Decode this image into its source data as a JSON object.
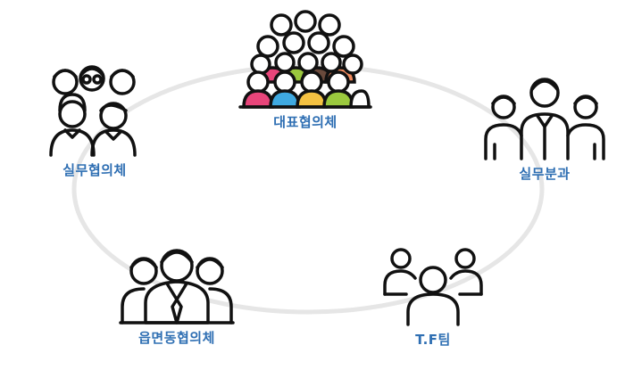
{
  "nodes": {
    "top": {
      "label": "대표협의체",
      "icon": "crowd-audience-icon"
    },
    "left": {
      "label": "실무협의체",
      "icon": "group-of-people-icon"
    },
    "right": {
      "label": "실무분과",
      "icon": "three-people-icon"
    },
    "bottom_right": {
      "label": "T.F팀",
      "icon": "team-network-icon"
    },
    "bottom_left": {
      "label": "읍면동협의체",
      "icon": "business-people-icon"
    }
  },
  "colors": {
    "label": "#2f6fb3",
    "ring": "#e6e6e6",
    "seat_colors": [
      "#e8457a",
      "#3fa9e0",
      "#f5c242",
      "#9bc93e",
      "#f08a5d",
      "#6a4a3c"
    ]
  }
}
